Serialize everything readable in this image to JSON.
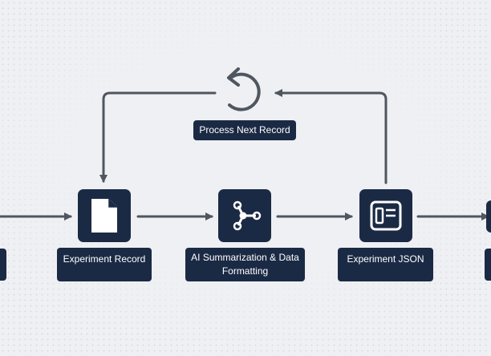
{
  "loop": {
    "label": "Process Next Record",
    "icon": "loop-arrow-icon"
  },
  "nodes": [
    {
      "id": "experiment-record",
      "label": "Experiment Record",
      "icon": "document-icon"
    },
    {
      "id": "ai-summarization",
      "label": "AI Summarization & Data Formatting",
      "icon": "network-hub-icon"
    },
    {
      "id": "experiment-json",
      "label": "Experiment JSON",
      "icon": "window-form-icon"
    }
  ],
  "colors": {
    "node": "#1b2a44",
    "line": "#4f565f",
    "background": "#eef0f3",
    "text": "#ffffff"
  }
}
